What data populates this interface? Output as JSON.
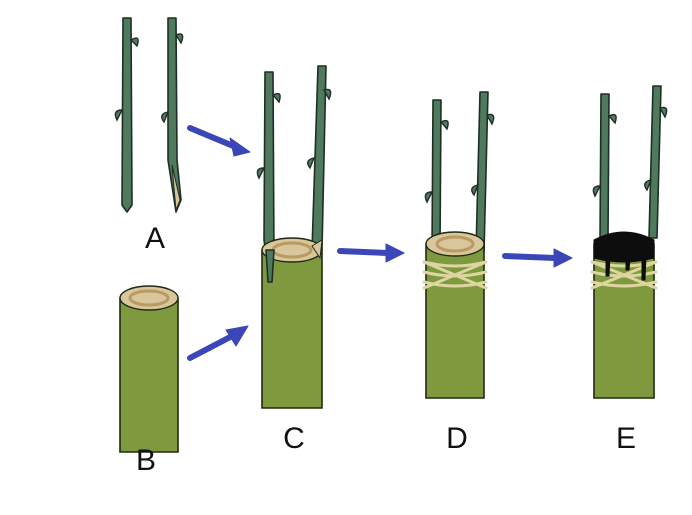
{
  "labels": {
    "a": "A",
    "b": "B",
    "c": "C",
    "d": "D",
    "e": "E"
  },
  "colors": {
    "scion": "#4f7a5e",
    "scion_outline": "#1e2e24",
    "stock": "#7f9a3e",
    "stock_outline": "#1e2b12",
    "cut_face": "#d9c79b",
    "cut_ring": "#b89a63",
    "arrow": "#3b46b8",
    "twine": "#ddd6a0",
    "sealant": "#0d0d0d"
  }
}
